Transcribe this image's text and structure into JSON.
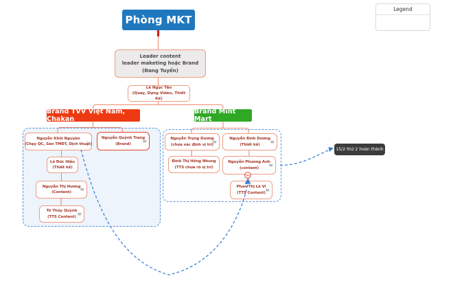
{
  "colors": {
    "root_bg": "#1f78be",
    "brand_tvv_bg": "#ee3a12",
    "brand_mint_bg": "#2fa825",
    "connector": "#ed8a70",
    "connector_thick": "#cc2418",
    "dashed_link": "#3d7fd6",
    "node_border": "#f09a82",
    "node_text": "#a5372a",
    "selected_border": "#e2432b",
    "group_fill_left": "#edf4fb",
    "tooltip_bg": "#3b3b3b"
  },
  "root": {
    "label": "Phòng MKT"
  },
  "leader": {
    "line1": "Leader content",
    "line2": "leader maketing hoặc Brand",
    "line3": "(Đang Tuyển)"
  },
  "coordinator": {
    "name": "Lê Ngọc Tân",
    "role": "(Quay, Dựng Video, Thiết Kế)"
  },
  "branches": {
    "left": {
      "label": "Brand TVV Việt Nam, Chakan"
    },
    "right": {
      "label": "Brand Mint Mart"
    }
  },
  "nodes": {
    "khoi_nguyen": {
      "name": "Nguyễn Khôi Nguyên",
      "role": "(Chạy QC, Sàn TMĐT, Dịch thuật)"
    },
    "quynh_trang": {
      "name": "Nguyễn Quỳnh Trang",
      "role": "(Brand)"
    },
    "duc_hieu": {
      "name": "Lê Đức Hiếu",
      "role": "(Thiết kế)"
    },
    "thi_huong": {
      "name": "Nguyễn Thị Hương",
      "role": "(Content)"
    },
    "thuy_quynh": {
      "name": "Tô Thúy Quỳnh",
      "role": "(TTS Content)"
    },
    "trong_duong": {
      "name": "Nguyễn Trọng Dương",
      "role": "(chưa xác định vị trí)"
    },
    "binh_duong": {
      "name": "Nguyễn Bình Dương",
      "role": "(Thiết kế)"
    },
    "hong_nhung": {
      "name": "Đinh Thị Hồng Nhung",
      "role": "(TTS chưa rõ vị trí)"
    },
    "phuong_anh": {
      "name": "Nguyễn Phương Anh",
      "role": "(content)"
    },
    "le_vi": {
      "name": "Phan Thị Lê Vi",
      "role": "(TTS Content)"
    }
  },
  "tooltip": {
    "text": "15/2 thứ 2 hoàn thành"
  },
  "legend": {
    "title": "Legend"
  },
  "icons": {
    "menu": "≡"
  }
}
